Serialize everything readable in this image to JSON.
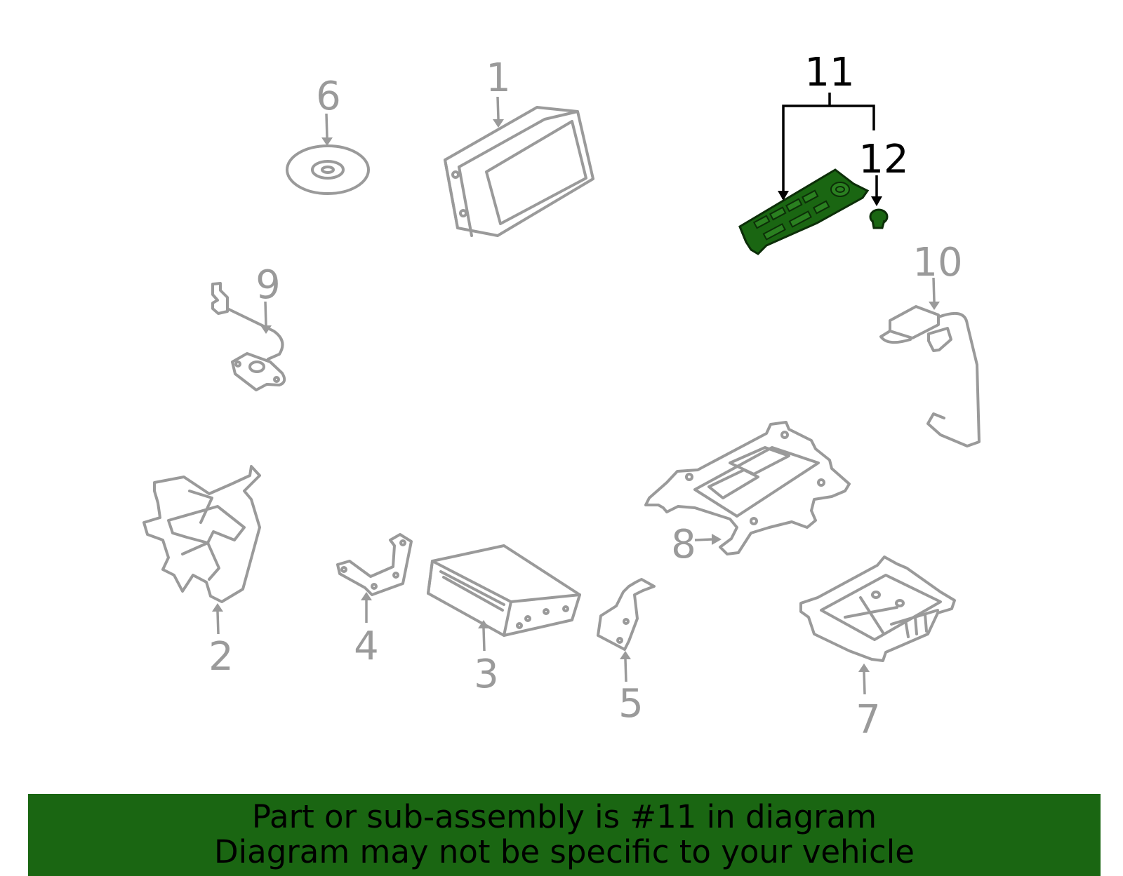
{
  "diagram": {
    "callouts": [
      "1",
      "2",
      "3",
      "4",
      "5",
      "6",
      "7",
      "8",
      "9",
      "10",
      "11",
      "12"
    ],
    "highlight_color": "#1a6612",
    "callout_color": "#9a9a9a",
    "highlight_callout_color": "#000000"
  },
  "banner": {
    "line1": "Part or sub-assembly is #11 in diagram",
    "line2": "Diagram may not be specific to your vehicle",
    "background": "#1a6612"
  }
}
